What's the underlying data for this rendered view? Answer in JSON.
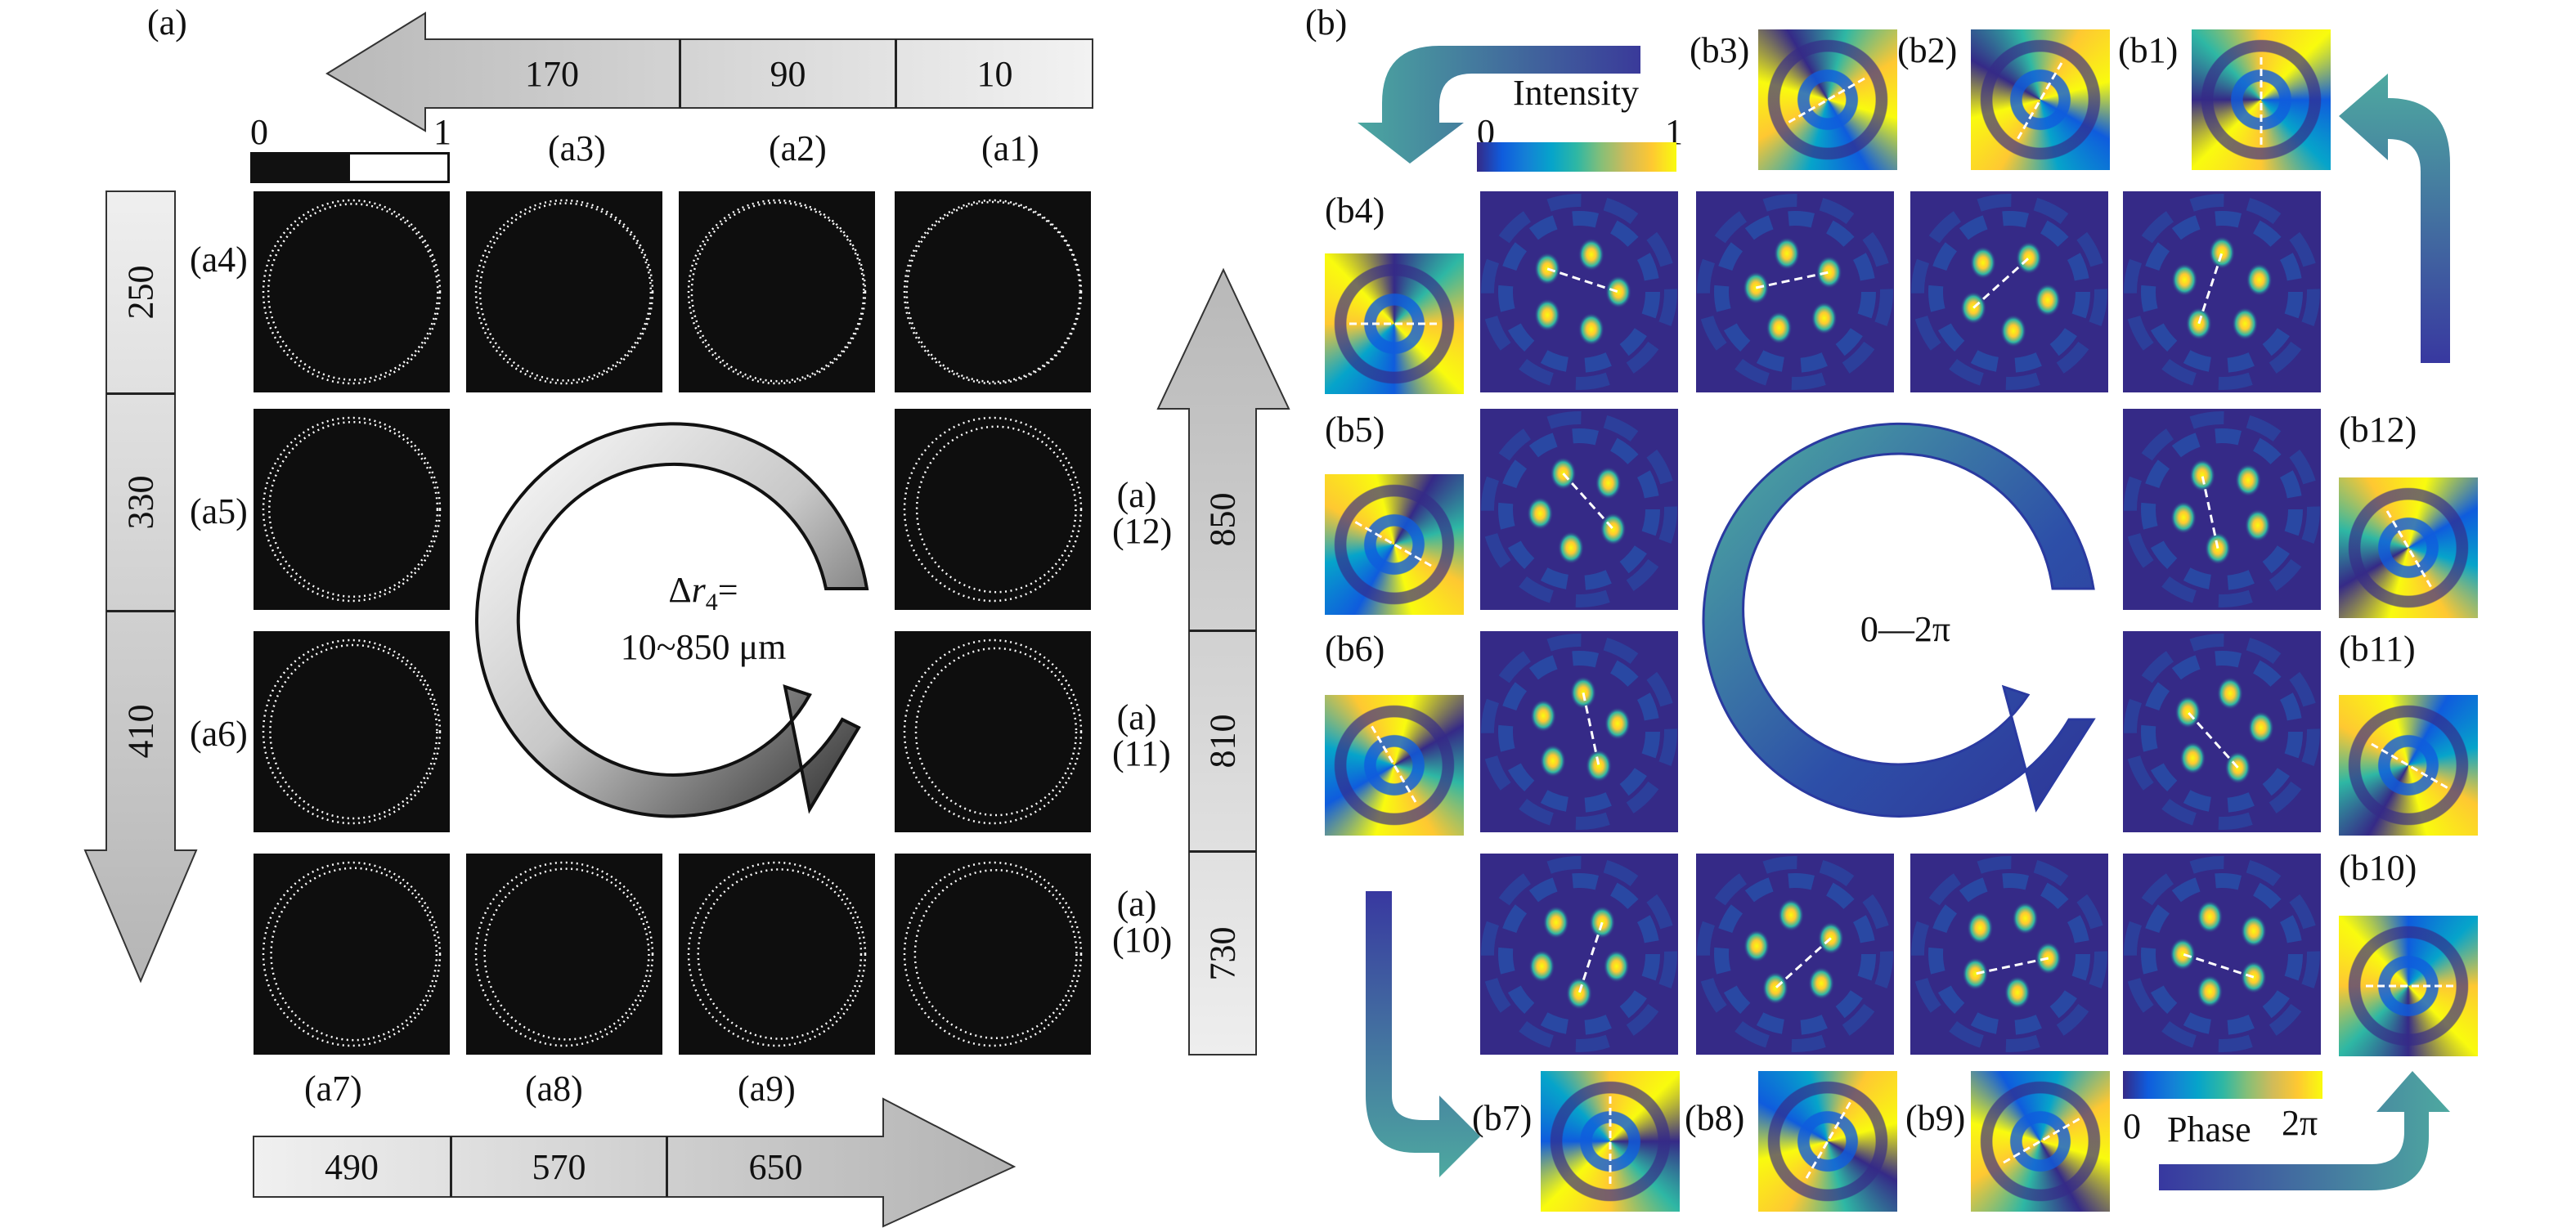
{
  "panel_a": {
    "label": "(a)",
    "colorbar": {
      "min": "0",
      "max": "1"
    },
    "top_arrow": [
      "170",
      "90",
      "10"
    ],
    "left_arrow": [
      "250",
      "330",
      "410"
    ],
    "right_arrow": [
      "850",
      "810",
      "730"
    ],
    "bottom_arrow": [
      "490",
      "570",
      "650"
    ],
    "tile_labels": {
      "a1": "(a1)",
      "a2": "(a2)",
      "a3": "(a3)",
      "a4": "(a4)",
      "a5": "(a5)",
      "a6": "(a6)",
      "a7": "(a7)",
      "a8": "(a8)",
      "a9": "(a9)",
      "a_prefix": "(a)",
      "a10": "(10)",
      "a11": "(11)",
      "a12": "(12)"
    },
    "center": {
      "delta": "Δ",
      "var": "r",
      "sub": "4",
      "eq": "=",
      "range": "10~850 μm"
    }
  },
  "panel_b": {
    "label": "(b)",
    "intensity_colorbar": {
      "title": "Intensity",
      "min": "0",
      "max": "1"
    },
    "phase_colorbar": {
      "title": "Phase",
      "min": "0",
      "max": "2π"
    },
    "center": "0—2π",
    "tile_labels": {
      "b1": "(b1)",
      "b2": "(b2)",
      "b3": "(b3)",
      "b4": "(b4)",
      "b5": "(b5)",
      "b6": "(b6)",
      "b7": "(b7)",
      "b8": "(b8)",
      "b9": "(b9)",
      "b10": "(b10)",
      "b11": "(b11)",
      "b12": "(b12)"
    },
    "colors": [
      "#352a87",
      "#0f5cdd",
      "#1481d6",
      "#06a4ca",
      "#2eb7a4",
      "#87bf77",
      "#d1bb59",
      "#fec832",
      "#f9fb0e"
    ]
  }
}
